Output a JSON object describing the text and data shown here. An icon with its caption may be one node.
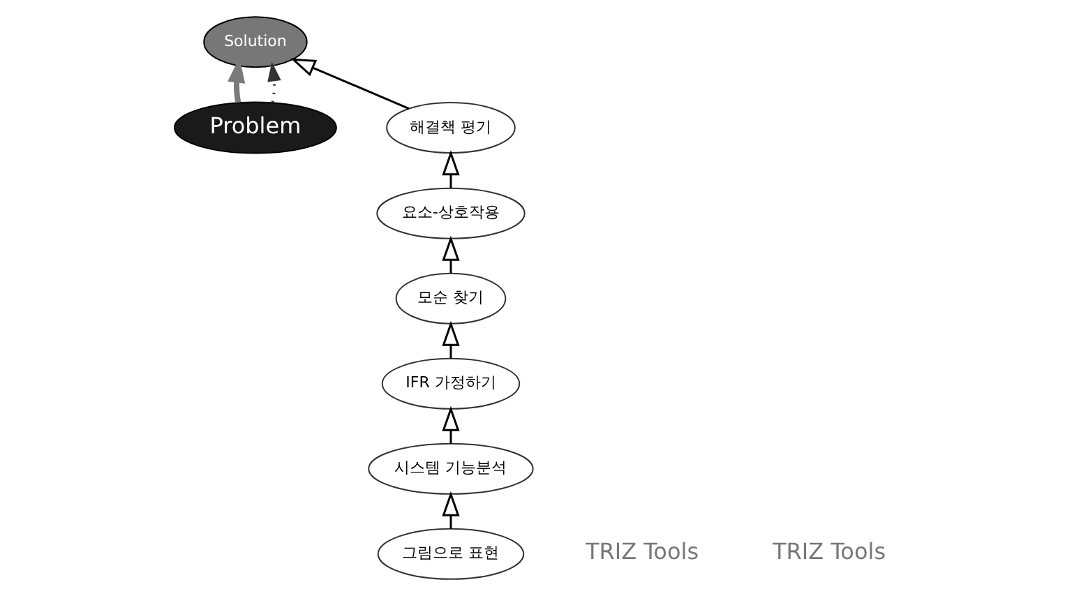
{
  "diagram": {
    "nodes": [
      {
        "text": [
          "Problem"
        ]
      },
      {
        "text": [
          "Solution"
        ]
      },
      {
        "text": [
          "그림으로 표현"
        ]
      },
      {
        "text": [
          "시스템 기능분석"
        ]
      },
      {
        "text": [
          "IFR 가정하기"
        ]
      },
      {
        "text": [
          "모순 찾기"
        ]
      },
      {
        "text": [
          "요소-상호작용"
        ]
      },
      {
        "text": [
          "해결책 평기"
        ]
      }
    ],
    "edges": [
      {
        "from": 0,
        "to": 1,
        "arrow": "to",
        "style": "thick",
        "color": "#7a7a7a"
      },
      {
        "from": 0,
        "to": 1,
        "arrow": "to",
        "style": "dashed",
        "color": "#333333"
      },
      {
        "from": 2,
        "to": 3,
        "arrow": "to"
      },
      {
        "from": 3,
        "to": 4,
        "arrow": "to"
      },
      {
        "from": 4,
        "to": 5,
        "arrow": "to"
      },
      {
        "from": 5,
        "to": 6,
        "arrow": "to"
      },
      {
        "from": 6,
        "to": 7,
        "arrow": "to"
      },
      {
        "from": 7,
        "to": 1,
        "arrow": "to"
      }
    ],
    "labels": [
      "TRIZ Tools",
      "TRIZ Tools"
    ]
  }
}
